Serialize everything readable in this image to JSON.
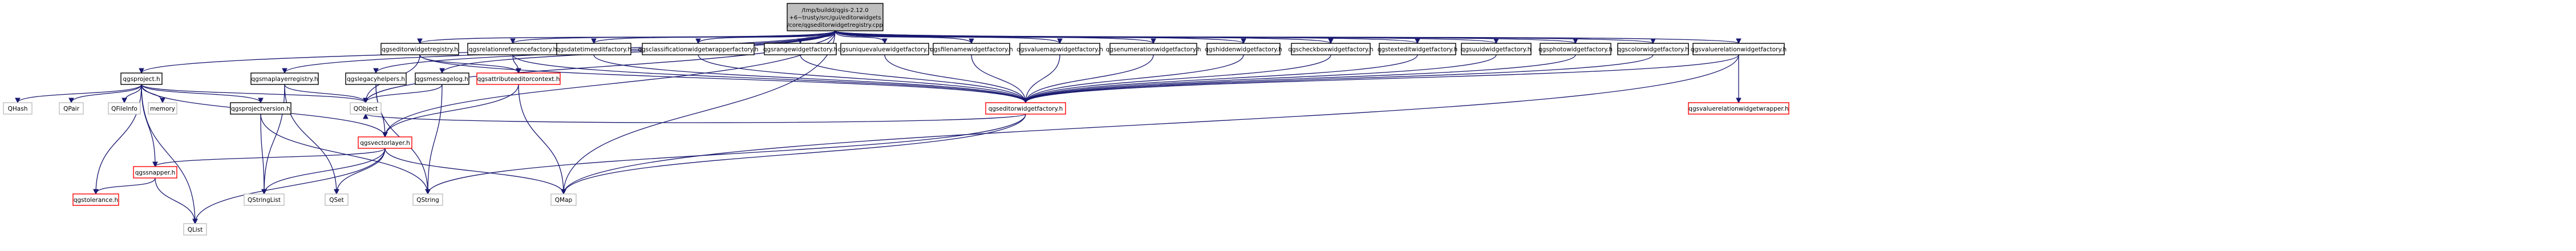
{
  "colors": {
    "edge": "#191970",
    "node_border_black": "#000000",
    "node_border_grey": "#bfbfbf",
    "node_border_red": "#ff0000",
    "root_fill": "#bfbfbf",
    "node_fill": "#ffffff"
  },
  "nodes": [
    {
      "id": "root",
      "lines": [
        "/tmp/buildd/qgis-2.12.0",
        "+6~trusty/src/gui/editorwidgets",
        "/core/qgseditorwidgetregistry.cpp"
      ],
      "style": "root"
    },
    {
      "id": "editorwidgetregistry",
      "lines": [
        "qgseditorwidgetregistry.h"
      ],
      "style": "black"
    },
    {
      "id": "project",
      "lines": [
        "qgsproject.h"
      ],
      "style": "black"
    },
    {
      "id": "maplayerregistry",
      "lines": [
        "qgsmaplayerregistry.h"
      ],
      "style": "black"
    },
    {
      "id": "legacyhelpers",
      "lines": [
        "qgslegacyhelpers.h"
      ],
      "style": "black"
    },
    {
      "id": "messagelog",
      "lines": [
        "qgsmessagelog.h"
      ],
      "style": "black"
    },
    {
      "id": "relationreferencefactory",
      "lines": [
        "qgsrelationreferencefactory.h"
      ],
      "style": "black"
    },
    {
      "id": "attributeeditorcontext",
      "lines": [
        "qgsattributeeditorcontext.h"
      ],
      "style": "red"
    },
    {
      "id": "datetimeeditfactory",
      "lines": [
        "qgsdatetimeeditfactory.h"
      ],
      "style": "black"
    },
    {
      "id": "classificationwidgetwrapperfactory",
      "lines": [
        "qgsclassificationwidgetwrapperfactory.h"
      ],
      "style": "black"
    },
    {
      "id": "rangewidgetfactory",
      "lines": [
        "qgsrangewidgetfactory.h"
      ],
      "style": "black"
    },
    {
      "id": "uniquevaluewidgetfactory",
      "lines": [
        "qgsuniquevaluewidgetfactory.h"
      ],
      "style": "black"
    },
    {
      "id": "filenamewidgetfactory",
      "lines": [
        "qgsfilenamewidgetfactory.h"
      ],
      "style": "black"
    },
    {
      "id": "valuemapwidgetfactory",
      "lines": [
        "qgsvaluemapwidgetfactory.h"
      ],
      "style": "black"
    },
    {
      "id": "enumerationwidgetfactory",
      "lines": [
        "qgsenumerationwidgetfactory.h"
      ],
      "style": "black"
    },
    {
      "id": "hiddenwidgetfactory",
      "lines": [
        "qgshiddenwidgetfactory.h"
      ],
      "style": "black"
    },
    {
      "id": "checkboxwidgetfactory",
      "lines": [
        "qgscheckboxwidgetfactory.h"
      ],
      "style": "black"
    },
    {
      "id": "texteditwidgetfactory",
      "lines": [
        "qgstexteditwidgetfactory.h"
      ],
      "style": "black"
    },
    {
      "id": "uuidwidgetfactory",
      "lines": [
        "qgsuuidwidgetfactory.h"
      ],
      "style": "black"
    },
    {
      "id": "photowidgetfactory",
      "lines": [
        "qgsphotowidgetfactory.h"
      ],
      "style": "black"
    },
    {
      "id": "colorwidgetfactory",
      "lines": [
        "qgscolorwidgetfactory.h"
      ],
      "style": "black"
    },
    {
      "id": "valuerelationwidgetfactory",
      "lines": [
        "qgsvaluerelationwidgetfactory.h"
      ],
      "style": "black"
    },
    {
      "id": "editorwidgetfactory",
      "lines": [
        "qgseditorwidgetfactory.h"
      ],
      "style": "red"
    },
    {
      "id": "valuerelationwidgetwrapper",
      "lines": [
        "qgsvaluerelationwidgetwrapper.h"
      ],
      "style": "red"
    },
    {
      "id": "qhash",
      "lines": [
        "QHash"
      ],
      "style": "grey"
    },
    {
      "id": "qpair",
      "lines": [
        "QPair"
      ],
      "style": "grey"
    },
    {
      "id": "qfileinfo",
      "lines": [
        "QFileInfo"
      ],
      "style": "grey"
    },
    {
      "id": "memory",
      "lines": [
        "memory"
      ],
      "style": "grey"
    },
    {
      "id": "projectversion",
      "lines": [
        "qgsprojectversion.h"
      ],
      "style": "black"
    },
    {
      "id": "qobject",
      "lines": [
        "QObject"
      ],
      "style": "grey"
    },
    {
      "id": "vectorlayer",
      "lines": [
        "qgsvectorlayer.h"
      ],
      "style": "red"
    },
    {
      "id": "snapper",
      "lines": [
        "qgssnapper.h"
      ],
      "style": "red"
    },
    {
      "id": "tolerance",
      "lines": [
        "qgstolerance.h"
      ],
      "style": "red"
    },
    {
      "id": "qstringlist",
      "lines": [
        "QStringList"
      ],
      "style": "grey"
    },
    {
      "id": "qset",
      "lines": [
        "QSet"
      ],
      "style": "grey"
    },
    {
      "id": "qstring",
      "lines": [
        "QString"
      ],
      "style": "grey"
    },
    {
      "id": "qmap",
      "lines": [
        "QMap"
      ],
      "style": "grey"
    },
    {
      "id": "qlist",
      "lines": [
        "QList"
      ],
      "style": "grey"
    }
  ],
  "edges": [
    [
      "root",
      "editorwidgetregistry"
    ],
    [
      "root",
      "project"
    ],
    [
      "root",
      "maplayerregistry"
    ],
    [
      "root",
      "legacyhelpers"
    ],
    [
      "root",
      "messagelog"
    ],
    [
      "root",
      "relationreferencefactory"
    ],
    [
      "root",
      "datetimeeditfactory"
    ],
    [
      "root",
      "classificationwidgetwrapperfactory"
    ],
    [
      "root",
      "rangewidgetfactory"
    ],
    [
      "root",
      "uniquevaluewidgetfactory"
    ],
    [
      "root",
      "filenamewidgetfactory"
    ],
    [
      "root",
      "valuemapwidgetfactory"
    ],
    [
      "root",
      "enumerationwidgetfactory"
    ],
    [
      "root",
      "hiddenwidgetfactory"
    ],
    [
      "root",
      "checkboxwidgetfactory"
    ],
    [
      "root",
      "texteditwidgetfactory"
    ],
    [
      "root",
      "uuidwidgetfactory"
    ],
    [
      "root",
      "photowidgetfactory"
    ],
    [
      "root",
      "colorwidgetfactory"
    ],
    [
      "root",
      "valuerelationwidgetfactory"
    ],
    [
      "root",
      "vectorlayer"
    ],
    [
      "root",
      "qobject"
    ],
    [
      "root",
      "qmap"
    ],
    [
      "editorwidgetregistry",
      "editorwidgetfactory"
    ],
    [
      "editorwidgetregistry",
      "attributeeditorcontext"
    ],
    [
      "editorwidgetregistry",
      "qobject"
    ],
    [
      "relationreferencefactory",
      "editorwidgetfactory"
    ],
    [
      "relationreferencefactory",
      "attributeeditorcontext"
    ],
    [
      "datetimeeditfactory",
      "editorwidgetfactory"
    ],
    [
      "classificationwidgetwrapperfactory",
      "editorwidgetfactory"
    ],
    [
      "rangewidgetfactory",
      "editorwidgetfactory"
    ],
    [
      "uniquevaluewidgetfactory",
      "editorwidgetfactory"
    ],
    [
      "filenamewidgetfactory",
      "editorwidgetfactory"
    ],
    [
      "valuemapwidgetfactory",
      "editorwidgetfactory"
    ],
    [
      "enumerationwidgetfactory",
      "editorwidgetfactory"
    ],
    [
      "hiddenwidgetfactory",
      "editorwidgetfactory"
    ],
    [
      "checkboxwidgetfactory",
      "editorwidgetfactory"
    ],
    [
      "texteditwidgetfactory",
      "editorwidgetfactory"
    ],
    [
      "uuidwidgetfactory",
      "editorwidgetfactory"
    ],
    [
      "photowidgetfactory",
      "editorwidgetfactory"
    ],
    [
      "colorwidgetfactory",
      "editorwidgetfactory"
    ],
    [
      "valuerelationwidgetfactory",
      "editorwidgetfactory"
    ],
    [
      "valuerelationwidgetfactory",
      "valuerelationwidgetwrapper"
    ],
    [
      "valuerelationwidgetfactory",
      "qmap"
    ],
    [
      "editorwidgetfactory",
      "qmap"
    ],
    [
      "editorwidgetfactory",
      "qstring"
    ],
    [
      "editorwidgetfactory",
      "qobject"
    ],
    [
      "project",
      "qhash"
    ],
    [
      "project",
      "qpair"
    ],
    [
      "project",
      "qfileinfo"
    ],
    [
      "project",
      "memory"
    ],
    [
      "project",
      "projectversion"
    ],
    [
      "project",
      "qobject"
    ],
    [
      "project",
      "vectorlayer"
    ],
    [
      "project",
      "snapper"
    ],
    [
      "project",
      "tolerance"
    ],
    [
      "project",
      "qlist"
    ],
    [
      "maplayerregistry",
      "qstringlist"
    ],
    [
      "maplayerregistry",
      "qset"
    ],
    [
      "maplayerregistry",
      "qobject"
    ],
    [
      "legacyhelpers",
      "vectorlayer"
    ],
    [
      "legacyhelpers",
      "qstring"
    ],
    [
      "messagelog",
      "qstring"
    ],
    [
      "messagelog",
      "qobject"
    ],
    [
      "attributeeditorcontext",
      "vectorlayer"
    ],
    [
      "attributeeditorcontext",
      "qmap"
    ],
    [
      "projectversion",
      "qstringlist"
    ],
    [
      "projectversion",
      "qstring"
    ],
    [
      "vectorlayer",
      "snapper"
    ],
    [
      "vectorlayer",
      "qstringlist"
    ],
    [
      "vectorlayer",
      "qset"
    ],
    [
      "vectorlayer",
      "qlist"
    ],
    [
      "vectorlayer",
      "qmap"
    ],
    [
      "snapper",
      "tolerance"
    ],
    [
      "snapper",
      "qlist"
    ]
  ]
}
